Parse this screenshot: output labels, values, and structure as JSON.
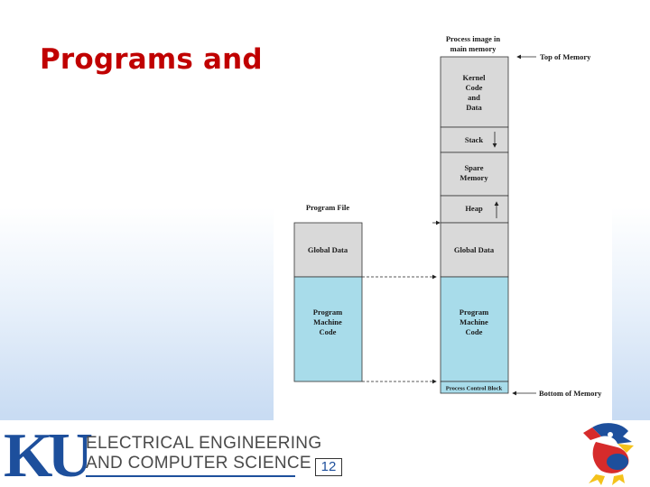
{
  "slide": {
    "title": "Programs and Processes",
    "page_number": "12"
  },
  "footer": {
    "logo_text": "KU",
    "dept_line1": "ELECTRICAL ENGINEERING",
    "dept_line2": "AND COMPUTER SCIENCE"
  },
  "diagram": {
    "process_image_title": [
      "Process image in",
      "main memory"
    ],
    "program_file_title": "Program File",
    "top_of_memory_label": "Top of Memory",
    "bottom_of_memory_label": "Bottom of Memory",
    "program_file_segments": [
      {
        "lines": [
          "Global Data"
        ],
        "color": "#d9d9d9"
      },
      {
        "lines": [
          "Program",
          "Machine",
          "Code"
        ],
        "color": "#a8dcea"
      }
    ],
    "process_segments": [
      {
        "lines": [
          "Kernel",
          "Code",
          "and",
          "Data"
        ],
        "color": "#d9d9d9"
      },
      {
        "lines": [
          "Stack"
        ],
        "color": "#d9d9d9"
      },
      {
        "lines": [
          "Spare",
          "Memory"
        ],
        "color": "#d9d9d9"
      },
      {
        "lines": [
          "Heap"
        ],
        "color": "#d9d9d9"
      },
      {
        "lines": [
          "Global Data"
        ],
        "color": "#d9d9d9"
      },
      {
        "lines": [
          "Program",
          "Machine",
          "Code"
        ],
        "color": "#a8dcea"
      },
      {
        "lines": [
          "Process Control Block"
        ],
        "color": "#a8dcea"
      }
    ]
  },
  "colors": {
    "title": "#c00000",
    "ku_blue": "#1d4f9c",
    "segment_gray": "#d9d9d9",
    "segment_blue": "#a8dcea"
  }
}
